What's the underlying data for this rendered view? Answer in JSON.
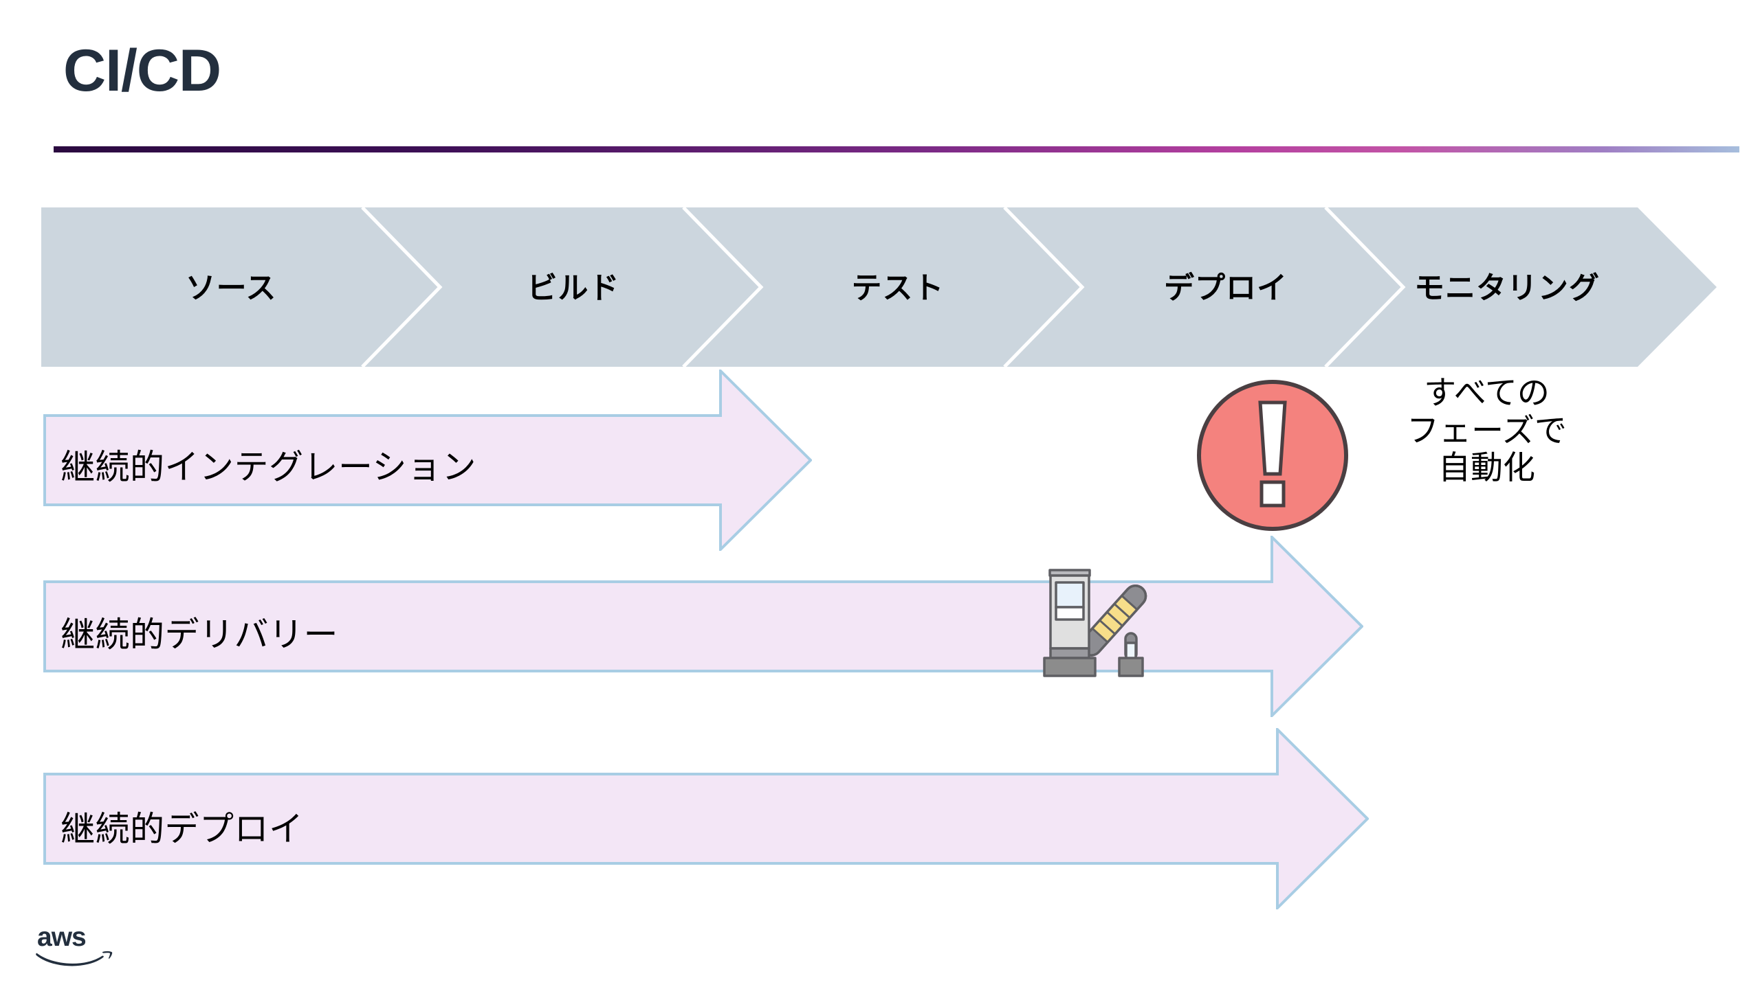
{
  "slide": {
    "title": "CI/CD",
    "accent_gradient_from": "#2b0a40",
    "accent_gradient_to": "#a6bedd",
    "background": "#ffffff"
  },
  "phase_bar": {
    "fill": "#ccd6de",
    "separator_color": "#ffffff",
    "phases": [
      {
        "label": "ソース"
      },
      {
        "label": "ビルド"
      },
      {
        "label": "テスト"
      },
      {
        "label": "デプロイ"
      },
      {
        "label": "モニタリング"
      }
    ]
  },
  "flows": {
    "fill": "#f3e6f6",
    "border": "#a8cde4",
    "items": [
      {
        "label": "継続的インテグレーション"
      },
      {
        "label": "継続的デリバリー"
      },
      {
        "label": "継続的デプロイ"
      }
    ]
  },
  "callout": {
    "icon": "exclamation-circle-icon",
    "circle_fill": "#f4827e",
    "circle_stroke": "#4a3f42",
    "lines": [
      "すべての",
      "フェーズで",
      "自動化"
    ]
  },
  "illustration": {
    "name": "toll-gate-icon",
    "body_fill": "#e0e0e0",
    "base_fill": "#8c8c8c",
    "arm_stripe_fill": "#f7de8a",
    "screen_fill": "#e8f2fb"
  },
  "branding": {
    "logo": "aws-logo",
    "logo_text": "aws",
    "logo_color": "#232f3e"
  }
}
